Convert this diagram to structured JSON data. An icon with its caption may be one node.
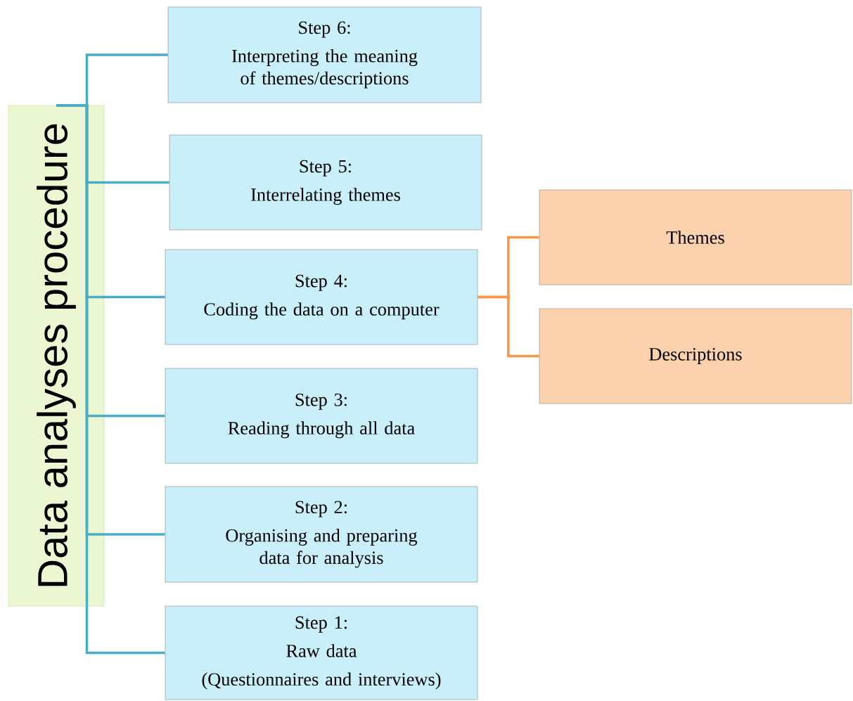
{
  "diagram": {
    "nodes": [
      {
        "text": [
          "Data analyses procedure"
        ]
      },
      {
        "text": [
          "Step 6:",
          "Interpreting the meaning of themes/descriptions"
        ]
      },
      {
        "text": [
          "Step 5:",
          "Interrelating themes"
        ]
      },
      {
        "text": [
          "Step 4:",
          "Coding the data on a computer"
        ]
      },
      {
        "text": [
          "Step 3:",
          "Reading through all data"
        ]
      },
      {
        "text": [
          "Step 2:",
          "Organising and preparing data for analysis"
        ]
      },
      {
        "text": [
          "Step 1:",
          "Raw data",
          "(Questionnaires and interviews)"
        ]
      },
      {
        "text": [
          "Themes"
        ]
      },
      {
        "text": [
          "Descriptions"
        ]
      }
    ],
    "edges": [
      {
        "from": 0,
        "to": 1,
        "arrow": "none"
      },
      {
        "from": 0,
        "to": 2,
        "arrow": "none"
      },
      {
        "from": 0,
        "to": 3,
        "arrow": "none"
      },
      {
        "from": 0,
        "to": 4,
        "arrow": "none"
      },
      {
        "from": 0,
        "to": 5,
        "arrow": "none"
      },
      {
        "from": 0,
        "to": 6,
        "arrow": "none"
      },
      {
        "from": 3,
        "to": 7,
        "arrow": "none",
        "color": "#f79646"
      },
      {
        "from": 3,
        "to": 8,
        "arrow": "none",
        "color": "#f79646"
      }
    ]
  }
}
